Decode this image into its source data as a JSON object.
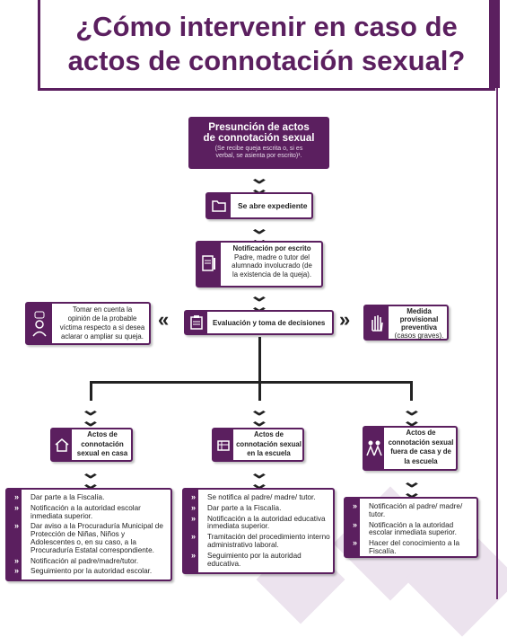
{
  "title": {
    "line1": "¿Cómo intervenir en caso de",
    "line2": "actos de connotación sexual?"
  },
  "presumption": {
    "title_line1": "Presunción de actos",
    "title_line2": "de connotación sexual",
    "note_line1": "(Se recibe queja escrita o, si es",
    "note_line2": "verbal, se asienta por escrito)¹."
  },
  "open_file": {
    "label": "Se abre expediente",
    "icon": "folder-icon"
  },
  "notification": {
    "title": "Notificación por escrito",
    "line1": "Padre, madre o tutor del",
    "line2": "alumnado involucrado (de",
    "line3": "la existencia de la queja).",
    "icon": "document-pen-icon"
  },
  "evaluation": {
    "label": "Evaluación y toma de decisiones",
    "icon": "clipboard-icon"
  },
  "victim": {
    "line1": "Tomar en cuenta la",
    "line2": "opinión de la probable",
    "line3": "víctima respecto a si desea",
    "line4": "aclarar o ampliar su queja.",
    "icon": "person-speech-icon"
  },
  "measure": {
    "line1": "Medida",
    "line2": "provisional",
    "line3": "preventiva",
    "line4": "(casos graves).",
    "icon": "hand-stop-icon"
  },
  "branches": [
    {
      "title_line1": "Actos de",
      "title_line2": "connotación",
      "title_line3": "sexual en casa",
      "icon": "house-icon",
      "items": [
        "Dar parte a la Fiscalía.",
        "Notificación a la autoridad escolar inmediata superior.",
        "Dar aviso a la Procuraduría Municipal de Protección de Niñas, Niños y Adolescentes o, en su caso, a la Procuraduría Estatal correspondiente.",
        "Notificación al padre/madre/tutor.",
        "Seguimiento por la autoridad escolar."
      ]
    },
    {
      "title_line1": "Actos de",
      "title_line2": "connotación sexual",
      "title_line3": "en la escuela",
      "icon": "school-icon",
      "items": [
        "Se notifica al padre/ madre/ tutor.",
        "Dar parte a la Fiscalía.",
        "Notificación a la autoridad educativa inmediata superior.",
        "Tramitación del procedimiento interno administrativo laboral.",
        "Seguimiento por la autoridad educativa."
      ]
    },
    {
      "title_line1": "Actos de",
      "title_line2": "connotación sexual",
      "title_line3": "fuera de casa y de",
      "title_line4": "la escuela",
      "icon": "people-icon",
      "items": [
        "Notificación al padre/ madre/ tutor.",
        "Notificación a la autoridad escolar inmediata superior.",
        "Hacer del conocimiento a la Fiscalía."
      ]
    }
  ],
  "arrow_glyph": "»",
  "chevron_glyph": "⌄",
  "colors": {
    "primary": "#5b1f5f",
    "text": "#222222"
  }
}
